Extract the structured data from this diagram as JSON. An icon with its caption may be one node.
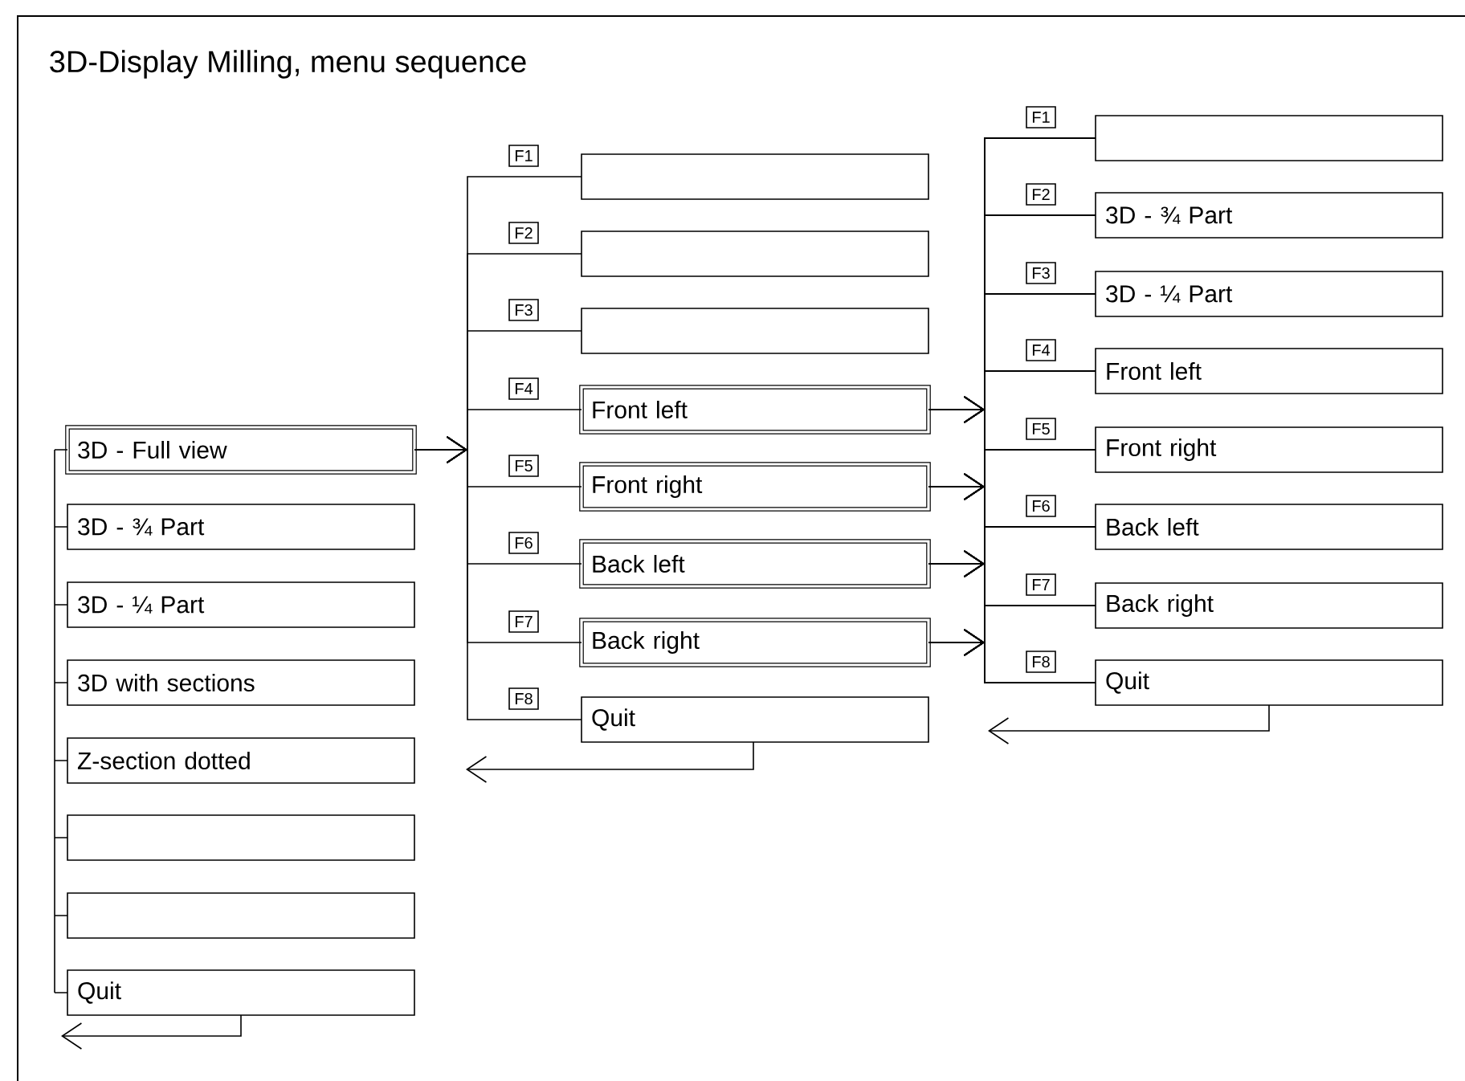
{
  "diagram": {
    "title": "3D-Display Milling, menu sequence",
    "nodes": [
      {
        "text": [
          "3D - Full view"
        ]
      },
      {
        "text": [
          "3D - ¾ Part"
        ]
      },
      {
        "text": [
          "3D - ¼ Part"
        ]
      },
      {
        "text": [
          "3D with sections"
        ]
      },
      {
        "text": [
          "Z-section dotted"
        ]
      },
      {
        "text": [],
        "shape": "box"
      },
      {
        "text": [],
        "shape": "box"
      },
      {
        "text": [
          "Quit"
        ]
      },
      {
        "text": [],
        "shape": "box",
        "beside": [
          "F1"
        ]
      },
      {
        "text": [],
        "shape": "box",
        "beside": [
          "F2"
        ]
      },
      {
        "text": [],
        "shape": "box",
        "beside": [
          "F3"
        ]
      },
      {
        "text": [
          "Front left"
        ],
        "beside": [
          "F4"
        ]
      },
      {
        "text": [
          "Front right"
        ],
        "beside": [
          "F5"
        ]
      },
      {
        "text": [
          "Back left"
        ],
        "beside": [
          "F6"
        ]
      },
      {
        "text": [
          "Back right"
        ],
        "beside": [
          "F7"
        ]
      },
      {
        "text": [
          "Quit"
        ],
        "beside": [
          "F8"
        ]
      },
      {
        "text": [],
        "shape": "box",
        "beside": [
          "F1"
        ]
      },
      {
        "text": [
          "3D - ¾ Part"
        ],
        "beside": [
          "F2"
        ]
      },
      {
        "text": [
          "3D - ¼ Part"
        ],
        "beside": [
          "F3"
        ]
      },
      {
        "text": [
          "Front left"
        ],
        "beside": [
          "F4"
        ]
      },
      {
        "text": [
          "Front right"
        ],
        "beside": [
          "F5"
        ]
      },
      {
        "text": [
          "Back left"
        ],
        "beside": [
          "F6"
        ]
      },
      {
        "text": [
          "Back right"
        ],
        "beside": [
          "F7"
        ]
      },
      {
        "text": [
          "Quit"
        ],
        "beside": [
          "F8"
        ]
      }
    ],
    "edges": [
      {
        "from": 0,
        "to": 8,
        "arrow": "to"
      },
      {
        "from": 0,
        "to": 9,
        "arrow": "to"
      },
      {
        "from": 0,
        "to": 10,
        "arrow": "to"
      },
      {
        "from": 0,
        "to": 11,
        "arrow": "to"
      },
      {
        "from": 0,
        "to": 12,
        "arrow": "to"
      },
      {
        "from": 0,
        "to": 13,
        "arrow": "to"
      },
      {
        "from": 0,
        "to": 14,
        "arrow": "to"
      },
      {
        "from": 0,
        "to": 15,
        "arrow": "to"
      },
      {
        "from": 11,
        "to": 16,
        "arrow": "to"
      },
      {
        "from": 11,
        "to": 17,
        "arrow": "to"
      },
      {
        "from": 11,
        "to": 18,
        "arrow": "to"
      },
      {
        "from": 11,
        "to": 19,
        "arrow": "to"
      },
      {
        "from": 11,
        "to": 20,
        "arrow": "to"
      },
      {
        "from": 11,
        "to": 21,
        "arrow": "to"
      },
      {
        "from": 11,
        "to": 22,
        "arrow": "to"
      },
      {
        "from": 11,
        "to": 23,
        "arrow": "to"
      },
      {
        "from": 12,
        "to": 16,
        "arrow": "to"
      },
      {
        "from": 12,
        "to": 17,
        "arrow": "to"
      },
      {
        "from": 12,
        "to": 18,
        "arrow": "to"
      },
      {
        "from": 12,
        "to": 19,
        "arrow": "to"
      },
      {
        "from": 12,
        "to": 20,
        "arrow": "to"
      },
      {
        "from": 12,
        "to": 21,
        "arrow": "to"
      },
      {
        "from": 12,
        "to": 22,
        "arrow": "to"
      },
      {
        "from": 12,
        "to": 23,
        "arrow": "to"
      },
      {
        "from": 13,
        "to": 16,
        "arrow": "to"
      },
      {
        "from": 13,
        "to": 17,
        "arrow": "to"
      },
      {
        "from": 13,
        "to": 18,
        "arrow": "to"
      },
      {
        "from": 13,
        "to": 19,
        "arrow": "to"
      },
      {
        "from": 13,
        "to": 20,
        "arrow": "to"
      },
      {
        "from": 13,
        "to": 21,
        "arrow": "to"
      },
      {
        "from": 13,
        "to": 22,
        "arrow": "to"
      },
      {
        "from": 13,
        "to": 23,
        "arrow": "to"
      },
      {
        "from": 14,
        "to": 16,
        "arrow": "to"
      },
      {
        "from": 14,
        "to": 17,
        "arrow": "to"
      },
      {
        "from": 14,
        "to": 18,
        "arrow": "to"
      },
      {
        "from": 14,
        "to": 19,
        "arrow": "to"
      },
      {
        "from": 14,
        "to": 20,
        "arrow": "to"
      },
      {
        "from": 14,
        "to": 21,
        "arrow": "to"
      },
      {
        "from": 14,
        "to": 22,
        "arrow": "to"
      },
      {
        "from": 14,
        "to": 23,
        "arrow": "to"
      },
      {
        "from": 7,
        "to": null,
        "arrow": "to"
      },
      {
        "from": 15,
        "to": null,
        "arrow": "to"
      },
      {
        "from": 23,
        "to": null,
        "arrow": "to"
      }
    ]
  }
}
